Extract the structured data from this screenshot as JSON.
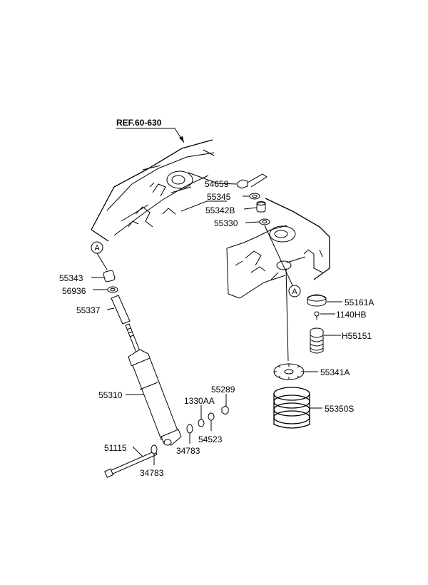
{
  "reference": "REF.60-630",
  "marker": "A",
  "labels": {
    "p54659": "54659",
    "p55345": "55345",
    "p55342B": "55342B",
    "p55330": "55330",
    "p55343": "55343",
    "p56936": "56936",
    "p55337": "55337",
    "p55310": "55310",
    "p1330AA": "1330AA",
    "p55289": "55289",
    "p54523": "54523",
    "p34783a": "34783",
    "p51115": "51115",
    "p34783b": "34783",
    "p55161A": "55161A",
    "p1140HB": "1140HB",
    "pH55151": "H55151",
    "p55341A": "55341A",
    "p55350S": "55350S"
  }
}
